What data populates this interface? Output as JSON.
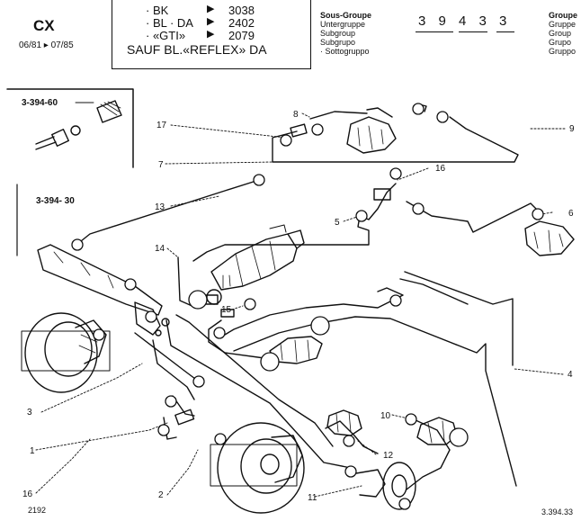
{
  "header": {
    "model": "CX",
    "dates": "06/81 ▸ 07/85",
    "variants": [
      {
        "name": "· BK",
        "arrow": "▶",
        "number": "3038"
      },
      {
        "name": "· BL  · DA",
        "arrow": "▶",
        "number": "2402"
      },
      {
        "name": "· «GTI»",
        "arrow": "▶",
        "number": "2079"
      }
    ],
    "exception": "SAUF BL.«REFLEX» DA",
    "subgroup_labels": [
      "Sous-Groupe",
      "Untergruppe",
      "Subgroup",
      "Subgrupo",
      "· Sottogruppo"
    ],
    "subgroup_code": "3 9 4   3 3",
    "group_labels": [
      "Groupe",
      "Gruppe",
      "Group",
      "Grupo",
      "Gruppo"
    ]
  },
  "diagram": {
    "references": [
      "3-394-60",
      "3-394- 30"
    ],
    "callouts": [
      {
        "id": "c1",
        "text": "1"
      },
      {
        "id": "c2",
        "text": "2"
      },
      {
        "id": "c3",
        "text": "3"
      },
      {
        "id": "c4",
        "text": "4"
      },
      {
        "id": "c5",
        "text": "5"
      },
      {
        "id": "c6",
        "text": "6"
      },
      {
        "id": "c7",
        "text": "7"
      },
      {
        "id": "c8",
        "text": "8"
      },
      {
        "id": "c9",
        "text": "9"
      },
      {
        "id": "c10",
        "text": "10"
      },
      {
        "id": "c11",
        "text": "11"
      },
      {
        "id": "c12",
        "text": "12"
      },
      {
        "id": "c13",
        "text": "13"
      },
      {
        "id": "c14",
        "text": "14"
      },
      {
        "id": "c15",
        "text": "15"
      },
      {
        "id": "c16a",
        "text": "16"
      },
      {
        "id": "c16b",
        "text": "16"
      },
      {
        "id": "c17",
        "text": "17"
      }
    ]
  },
  "footer": {
    "left": "2192",
    "right": "3.394.33"
  }
}
